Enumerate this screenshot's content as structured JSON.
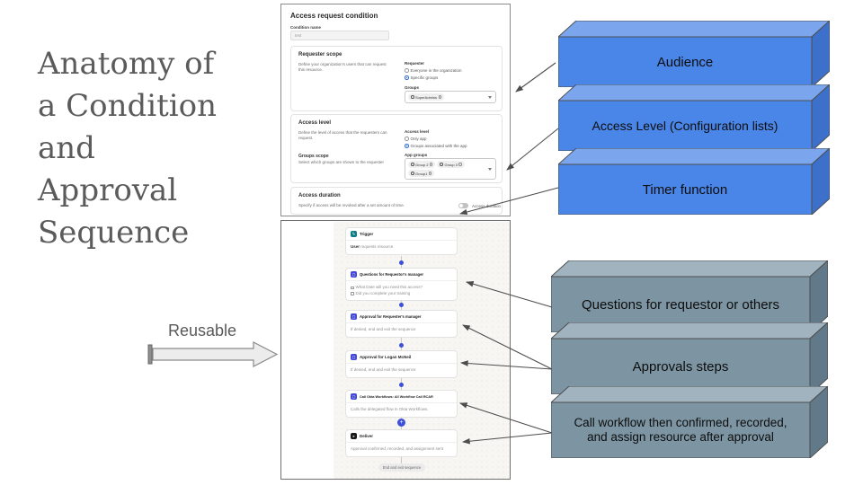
{
  "slide": {
    "title_lines": [
      "Anatomy of",
      "a Condition",
      "and",
      "Approval",
      "Sequence"
    ],
    "reusable_label": "Reusable"
  },
  "form": {
    "heading": "Access request condition",
    "condition_name": {
      "label": "Condition name",
      "value": "test"
    },
    "requester_scope": {
      "heading": "Requester scope",
      "description": "Define your organization's users that can request this resource.",
      "group_label": "Requester",
      "option1": "Everyone in the organization",
      "option2": "Specific groups",
      "selected_option": "Specific groups",
      "groups_label": "Groups",
      "groups_chip": "SuperAdmins"
    },
    "access_level": {
      "heading": "Access level",
      "description": "Define the level of access that the requesters can request.",
      "group_label": "Access level",
      "option1": "Only app",
      "option2": "Groups associated with the app",
      "selected_option": "Groups associated with the app",
      "groups_scope_label": "Groups scope",
      "groups_scope_description": "Select which groups are shown to the requester",
      "app_groups_label": "App groups",
      "chips": [
        "Group 2",
        "Group 3",
        "Group1"
      ]
    },
    "access_duration": {
      "heading": "Access duration",
      "description": "Specify if access will be revoked after a set amount of time.",
      "toggle_label": "Access duration"
    }
  },
  "sequence": {
    "steps": [
      {
        "title": "Trigger",
        "icon": "bolt-icon",
        "body_strong": "User",
        "body_rest": " requests resource"
      },
      {
        "title": "Questions for Requestor's manager",
        "icon": "form-icon",
        "items": [
          "What Date will you need this access?",
          "Did you complete your training"
        ]
      },
      {
        "title": "Approval for Requester's manager",
        "icon": "approval-icon",
        "body": "If denied, end and exit the sequence"
      },
      {
        "title": "Approval for Logan McNeil",
        "icon": "approval-icon",
        "body": "If denied, end and exit the sequence"
      },
      {
        "title": "Call Okta Workflows: All Workflow Call RCAR",
        "icon": "workflow-icon",
        "body": "Calls the delegated flow in Okta Workflows."
      },
      {
        "title": "Deliver",
        "icon": "deliver-icon",
        "body": "Approval confirmed, recorded, and assignment sent"
      }
    ],
    "end_label": "End and exit sequence"
  },
  "callouts": {
    "blue": [
      "Audience",
      "Access Level (Configuration lists)",
      "Timer function"
    ],
    "gray": [
      "Questions for requestor or others",
      "Approvals steps",
      "Call workflow then confirmed, recorded, and assign resource after approval"
    ]
  },
  "colors": {
    "blue_box_front": "#4a86e8",
    "blue_box_top": "#7ba6ee",
    "blue_box_side": "#3c70ca",
    "gray_box_front": "#7d95a3",
    "gray_box_top": "#a0b3bf",
    "gray_box_side": "#627989",
    "title_text": "#5b5b5b",
    "radio_selected": "#2f6fde",
    "connector_dot": "#3b4fd8",
    "arrow": "#4d4d4d"
  }
}
